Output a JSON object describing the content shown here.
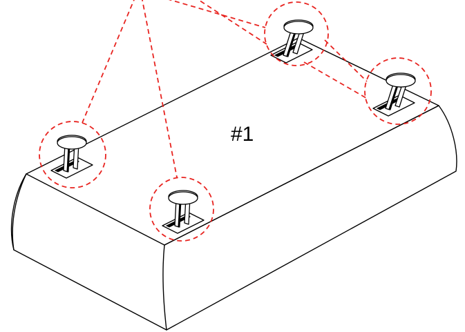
{
  "label": "#1",
  "colors": {
    "accent": "#e8231f",
    "line": "#000000",
    "background": "#ffffff"
  },
  "lifting_points": [
    "front-left",
    "front-right",
    "rear-left",
    "rear-right"
  ]
}
